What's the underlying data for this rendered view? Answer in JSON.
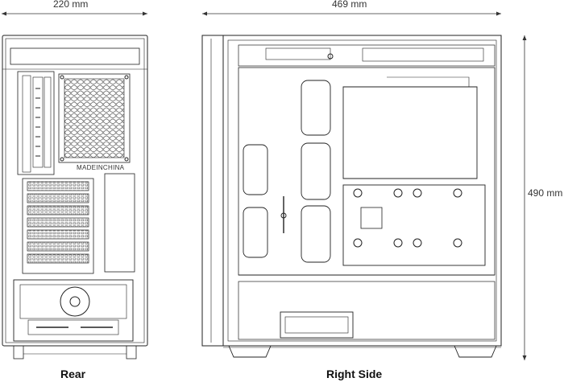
{
  "dimensions": {
    "rear_width": "220 mm",
    "side_depth": "469 mm",
    "height": "490 mm"
  },
  "views": {
    "rear": {
      "caption": "Rear",
      "stamp": "MADEINCHINA"
    },
    "side": {
      "caption": "Right Side"
    }
  },
  "colors": {
    "line": "#222222",
    "dim_line": "#333333",
    "background": "#ffffff"
  }
}
